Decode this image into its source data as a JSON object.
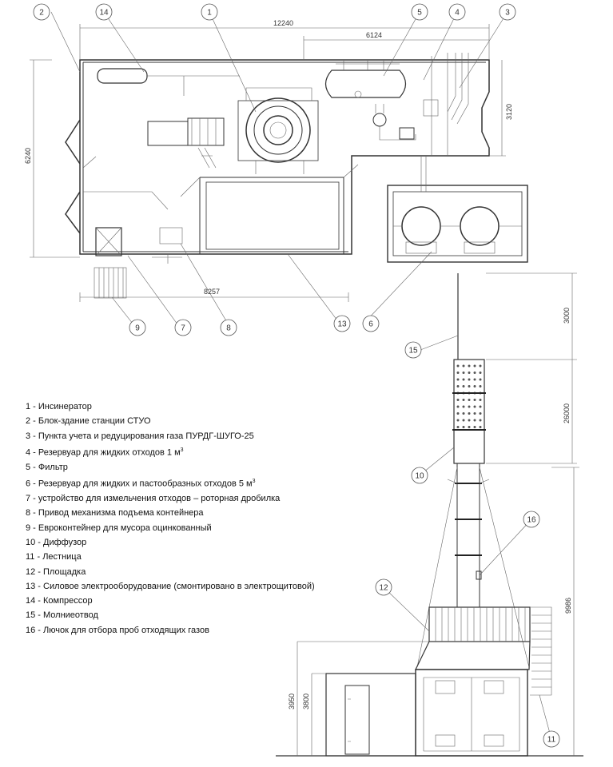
{
  "dimensions": {
    "plan_total_width": "12240",
    "plan_right_section": "6124",
    "plan_height": "6240",
    "plan_right_height": "3120",
    "plan_bottom_width": "8257",
    "chimney_top": "3000",
    "chimney_diffuser": "26000",
    "chimney_total": "9986",
    "building_height_a": "3950",
    "building_height_b": "3800"
  },
  "callouts": [
    "1",
    "2",
    "3",
    "4",
    "5",
    "6",
    "7",
    "8",
    "9",
    "10",
    "11",
    "12",
    "13",
    "14",
    "15",
    "16"
  ],
  "legend": [
    {
      "text": "1 - Инсинератор",
      "sup": ""
    },
    {
      "text": "2 - Блок-здание станции СТУО",
      "sup": ""
    },
    {
      "text": "3 - Пункта учета и редуцирования газа ПУРДГ-ШУГО-25",
      "sup": ""
    },
    {
      "text": "4 - Резервуар для жидких отходов 1 м",
      "sup": "3"
    },
    {
      "text": "5 - Фильтр",
      "sup": ""
    },
    {
      "text": "6 - Резервуар для жидких и пастообразных отходов 5 м",
      "sup": "3"
    },
    {
      "text": "7 - устройство для измельчения отходов – роторная дробилка",
      "sup": ""
    },
    {
      "text": "8 - Привод механизма подъема контейнера",
      "sup": ""
    },
    {
      "text": "9 - Евроконтейнер для мусора оцинкованный",
      "sup": ""
    },
    {
      "text": "10 - Диффузор",
      "sup": ""
    },
    {
      "text": "11 - Лестница",
      "sup": ""
    },
    {
      "text": "12 - Площадка",
      "sup": ""
    },
    {
      "text": "13 - Силовое электрооборудование (смонтировано в электрощитовой)",
      "sup": ""
    },
    {
      "text": "14 - Компрессор",
      "sup": ""
    },
    {
      "text": "15 - Молниеотвод",
      "sup": ""
    },
    {
      "text": "16 - Лючок для отбора проб отходящих газов",
      "sup": ""
    }
  ]
}
